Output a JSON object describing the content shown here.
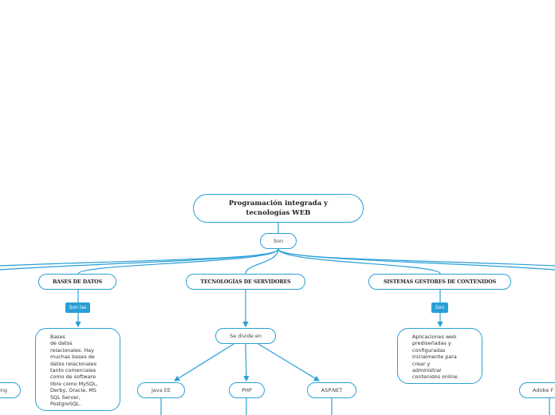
{
  "root": {
    "line1": "Programación integrada y",
    "line2": "tecnologías WEB"
  },
  "root_link": "Son",
  "topics": {
    "databases": "BASES DE DATOS",
    "server_tech": "TECNOLOGÍAS DE SERVIDORES",
    "cms": "SISTEMAS GESTORES DE CONTENIDOS"
  },
  "links": {
    "databases_tag": "Son las",
    "server_divide": "Se divide en",
    "cms_tag": "Son"
  },
  "descriptions": {
    "databases": "Bases\n de datos\nrelacionales. Hay\nmuchas bases de\ndatos relacionales\ntanto comerciales\ncomo de software\nlibre como MySQL,\nDerby, Oracle, MS\nSQL Server,\nPostgreSQL.",
    "cms": "Aplicaciones web\nprediseñadas y\nconfiguradas\ninicialmente para\ncrear y\nadministrar\ncontenidos online."
  },
  "server_children": [
    "Java EE",
    "PHP",
    "ASP.NET"
  ],
  "left_partial": "ing",
  "right_partial": "Adobe F",
  "colors": {
    "accent": "#2a9fd6"
  }
}
